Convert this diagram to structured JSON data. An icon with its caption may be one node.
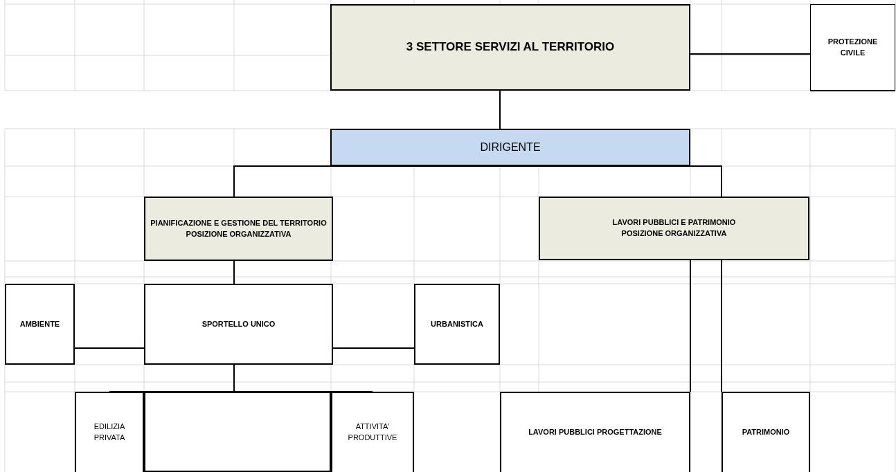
{
  "diagram": {
    "nodes": [
      {
        "text": [
          "3 SETTORE SERVIZI AL TERRITORIO"
        ]
      },
      {
        "text": [
          "PROTEZIONE CIVILE"
        ]
      },
      {
        "text": [
          "DIRIGENTE"
        ]
      },
      {
        "text": [
          "PIANIFICAZIONE E GESTIONE DEL TERRITORIO",
          "POSIZIONE ORGANIZZATIVA"
        ]
      },
      {
        "text": [
          "LAVORI PUBBLICI E PATRIMONIO",
          "POSIZIONE ORGANIZZATIVA"
        ]
      },
      {
        "text": [
          "AMBIENTE"
        ]
      },
      {
        "text": [
          "SPORTELLO UNICO"
        ]
      },
      {
        "text": [
          "URBANISTICA"
        ]
      },
      {
        "text": [
          "EDILIZIA PRIVATA"
        ]
      },
      {
        "text": [],
        "shape": "box"
      },
      {
        "text": [
          "ATTIVITA' PRODUTTIVE"
        ]
      },
      {
        "text": [
          "LAVORI PUBBLICI  PROGETTAZIONE"
        ]
      },
      {
        "text": [
          "PATRIMONIO"
        ]
      }
    ],
    "edges": [
      {
        "from": 0,
        "to": 1,
        "arrow": "none"
      },
      {
        "from": 0,
        "to": 2,
        "arrow": "none"
      },
      {
        "from": 2,
        "to": 3,
        "arrow": "none"
      },
      {
        "from": 2,
        "to": 4,
        "arrow": "none"
      },
      {
        "from": 3,
        "to": 6,
        "arrow": "none"
      },
      {
        "from": 6,
        "to": 5,
        "arrow": "none"
      },
      {
        "from": 6,
        "to": 7,
        "arrow": "none"
      },
      {
        "from": 6,
        "to": 8,
        "arrow": "none"
      },
      {
        "from": 6,
        "to": 9,
        "arrow": "none"
      },
      {
        "from": 6,
        "to": 10,
        "arrow": "none"
      },
      {
        "from": 4,
        "to": 11,
        "arrow": "none"
      },
      {
        "from": 4,
        "to": 12,
        "arrow": "none"
      }
    ]
  }
}
